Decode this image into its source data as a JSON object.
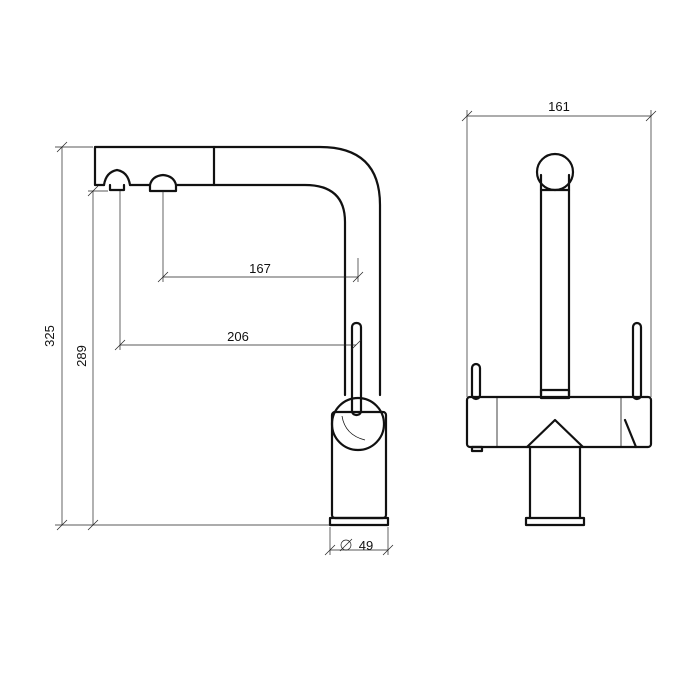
{
  "dimensions": {
    "width_top": "161",
    "reach_short": "167",
    "reach_long": "206",
    "height_total": "325",
    "height_spout": "289",
    "base_diameter": "49"
  },
  "colors": {
    "line": "#111111",
    "background": "#ffffff"
  }
}
